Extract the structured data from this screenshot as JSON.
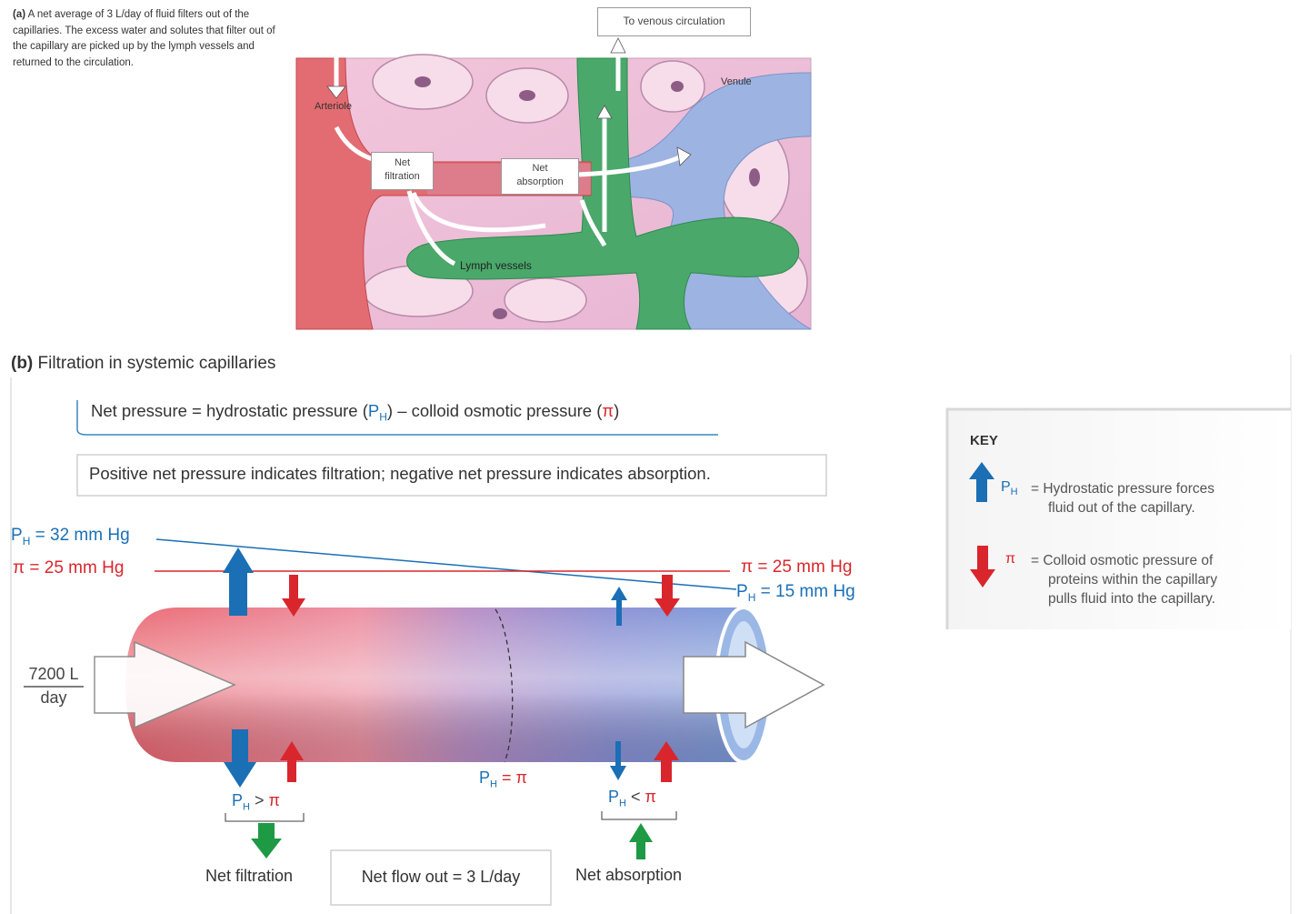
{
  "panel_a": {
    "label": "(a)",
    "caption": "A net average of 3 L/day of fluid filters out of the capillaries. The excess water and solutes that filter out of the capillary are picked up by the lymph vessels and returned to the circulation.",
    "to_venous": "To venous circulation",
    "venule": "Venule",
    "arteriole": "Arteriole",
    "net_filtration": [
      "Net",
      "filtration"
    ],
    "net_absorption": [
      "Net",
      "absorption"
    ],
    "lymph_vessels": "Lymph vessels"
  },
  "panel_b": {
    "label": "(b)",
    "title": "Filtration in systemic capillaries",
    "formula": {
      "prefix": "Net pressure = hydrostatic pressure (",
      "ph": "P",
      "ph_sub": "H",
      "middle": ") – colloid osmotic pressure (",
      "pi": "π",
      "suffix": ")"
    },
    "note": "Positive net pressure indicates filtration; negative net pressure indicates absorption.",
    "ph_left": {
      "symbol": "P",
      "sub": "H",
      "value": "= 32 mm Hg"
    },
    "pi_left": {
      "symbol": "π",
      "value": "= 25 mm Hg"
    },
    "pi_right": {
      "symbol": "π",
      "value": "= 25 mm Hg"
    },
    "ph_right": {
      "symbol": "P",
      "sub": "H",
      "value": "= 15 mm Hg"
    },
    "flow_in": {
      "num": "7200 L",
      "den": "day"
    },
    "eq_mid": {
      "ph": "P",
      "sub": "H",
      "rel": "= π"
    },
    "eq_left": {
      "ph": "P",
      "sub": "H",
      "rel": ">",
      "pi": "π"
    },
    "eq_right": {
      "ph": "P",
      "sub": "H",
      "rel": "<",
      "pi": "π"
    },
    "net_filtration": "Net filtration",
    "net_absorption": "Net absorption",
    "net_flow": "Net flow out = 3 L/day"
  },
  "key": {
    "title": "KEY",
    "ph_symbol": "P",
    "ph_sub": "H",
    "ph_desc": [
      "= Hydrostatic pressure forces",
      "fluid out of the capillary."
    ],
    "pi_symbol": "π",
    "pi_desc": [
      "= Colloid osmotic pressure of",
      "proteins within the capillary",
      "pulls fluid into the capillary."
    ]
  },
  "colors": {
    "blue": "#1a6fb5",
    "red": "#d9262c",
    "green": "#1e9a45",
    "capillary_red": "#e8707a",
    "capillary_blue": "#7e8fd4"
  }
}
